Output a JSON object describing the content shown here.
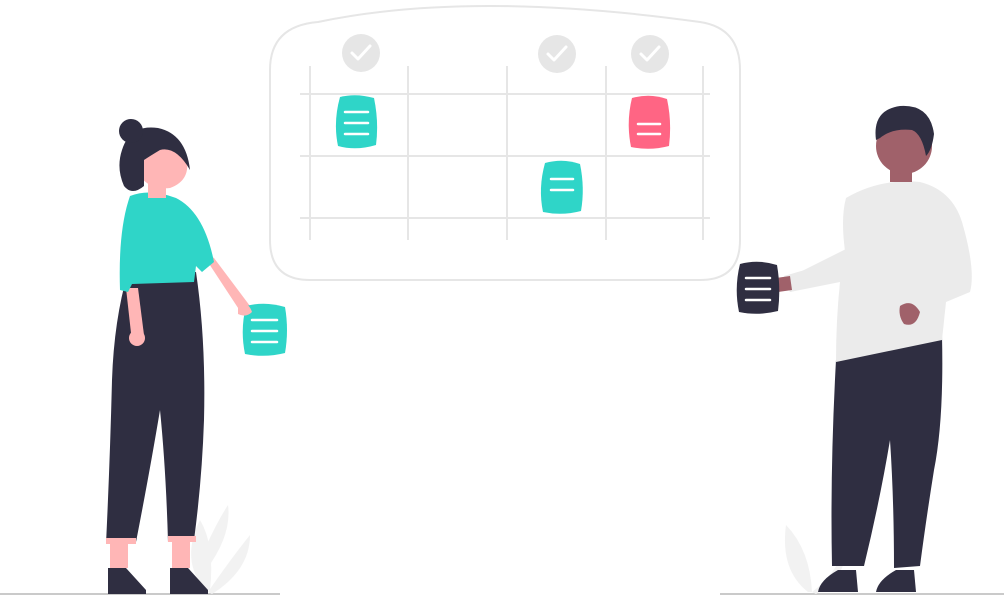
{
  "illustration": {
    "board": {
      "columns": 4,
      "rows": 3,
      "checked_columns": [
        1,
        3,
        4
      ],
      "notes": [
        {
          "column": 1,
          "row": 1,
          "color": "teal"
        },
        {
          "column": 4,
          "row": 1,
          "color": "pink"
        },
        {
          "column": 3,
          "row": 2,
          "color": "teal"
        }
      ]
    },
    "left_person": {
      "holding_note_color": "teal"
    },
    "right_person": {
      "holding_note_color": "dark"
    }
  },
  "colors": {
    "accent_teal": "#2fd5c8",
    "accent_pink": "#ff6584",
    "ink_dark": "#2f2e41",
    "board_outline": "#e6e6e6",
    "check_circle": "#e6e6e6",
    "skin_light": "#ffb6b6",
    "skin_dark": "#a0616a",
    "shirt_light": "#ebebeb",
    "leaf": "#f2f2f2",
    "floor": "#cacaca"
  }
}
